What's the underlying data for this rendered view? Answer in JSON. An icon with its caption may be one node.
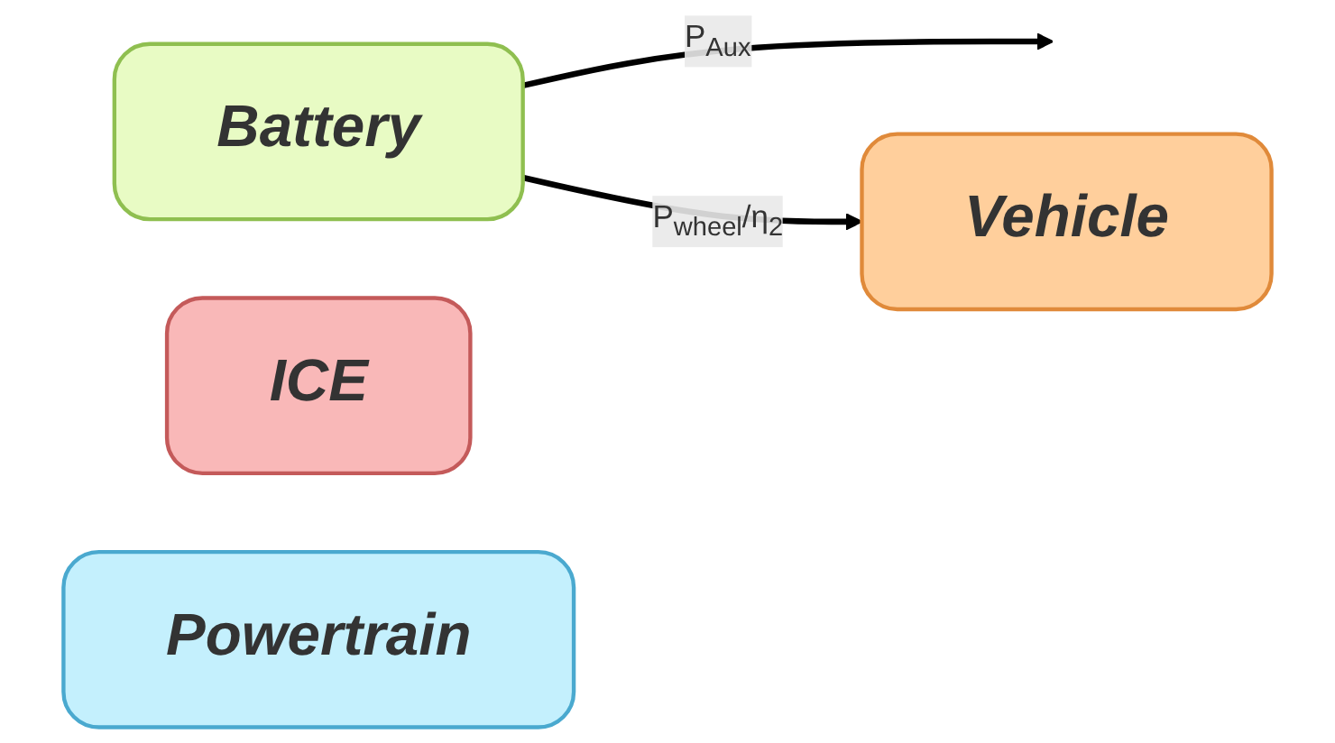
{
  "diagram": {
    "nodes": [
      {
        "text": [
          "Battery"
        ]
      },
      {
        "text": [
          "ICE"
        ]
      },
      {
        "text": [
          "Powertrain"
        ]
      },
      {
        "text": [
          "Vehicle"
        ]
      }
    ],
    "edges": [
      {
        "from": 0,
        "to": null,
        "arrow": "to",
        "label": "P$_{Aux}$"
      },
      {
        "from": 0,
        "to": 3,
        "arrow": "to",
        "label": "P$_{wheel}$/η$_{2}$"
      }
    ]
  }
}
